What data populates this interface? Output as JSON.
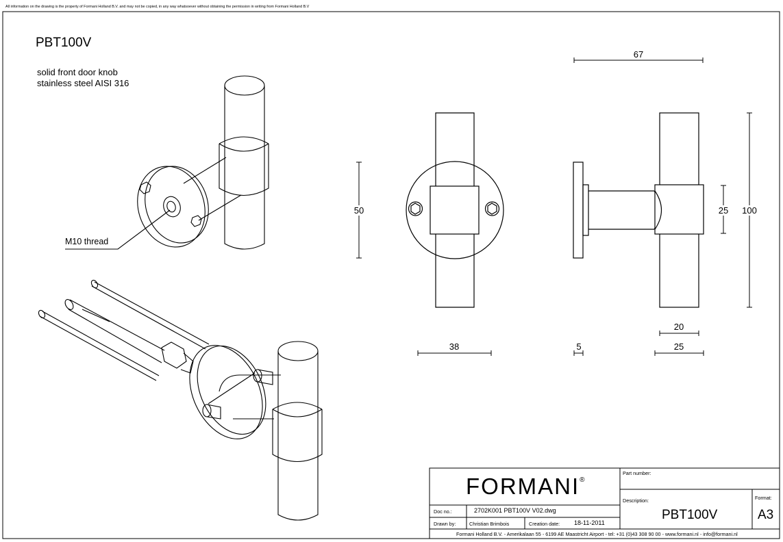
{
  "notice": "All information on the drawing is the property of Formani Holland B.V. and may not be copied, in any way whatsoever without obtaining the permission in writing from Formani Holland B.V",
  "product": {
    "code": "PBT100V",
    "description_lines": [
      "solid front door knob",
      "stainless steel AISI 316"
    ],
    "callout": "M10 thread"
  },
  "dimensions": {
    "overall_width": "67",
    "rose_diameter": "50",
    "bar_length": "100",
    "collar_height": "25",
    "rose_width": "38",
    "rose_thickness": "5",
    "bar_diameter": "20",
    "collar_diameter": "25"
  },
  "title_block": {
    "logo": "FORMANI",
    "logo_mark": "®",
    "part_number_label": "Part number:",
    "description_label": "Description:",
    "description_value": "PBT100V",
    "format_label": "Format:",
    "format_value": "A3",
    "doc_no_label": "Doc no.:",
    "doc_no_value": "2702K001 PBT100V V02.dwg",
    "drawn_by_label": "Drawn by:",
    "drawn_by_value": "Christian Brimbois",
    "creation_date_label": "Creation date:",
    "creation_date_value": "18-11-2011",
    "footer": "Formani Holland B.V. ◦  Amerikalaan 55 ◦ 6199 AE Maastricht Airport ◦ tel: +31 (0)43 308 90 00 ◦ www.formani.nl ◦ info@formani.nl"
  }
}
